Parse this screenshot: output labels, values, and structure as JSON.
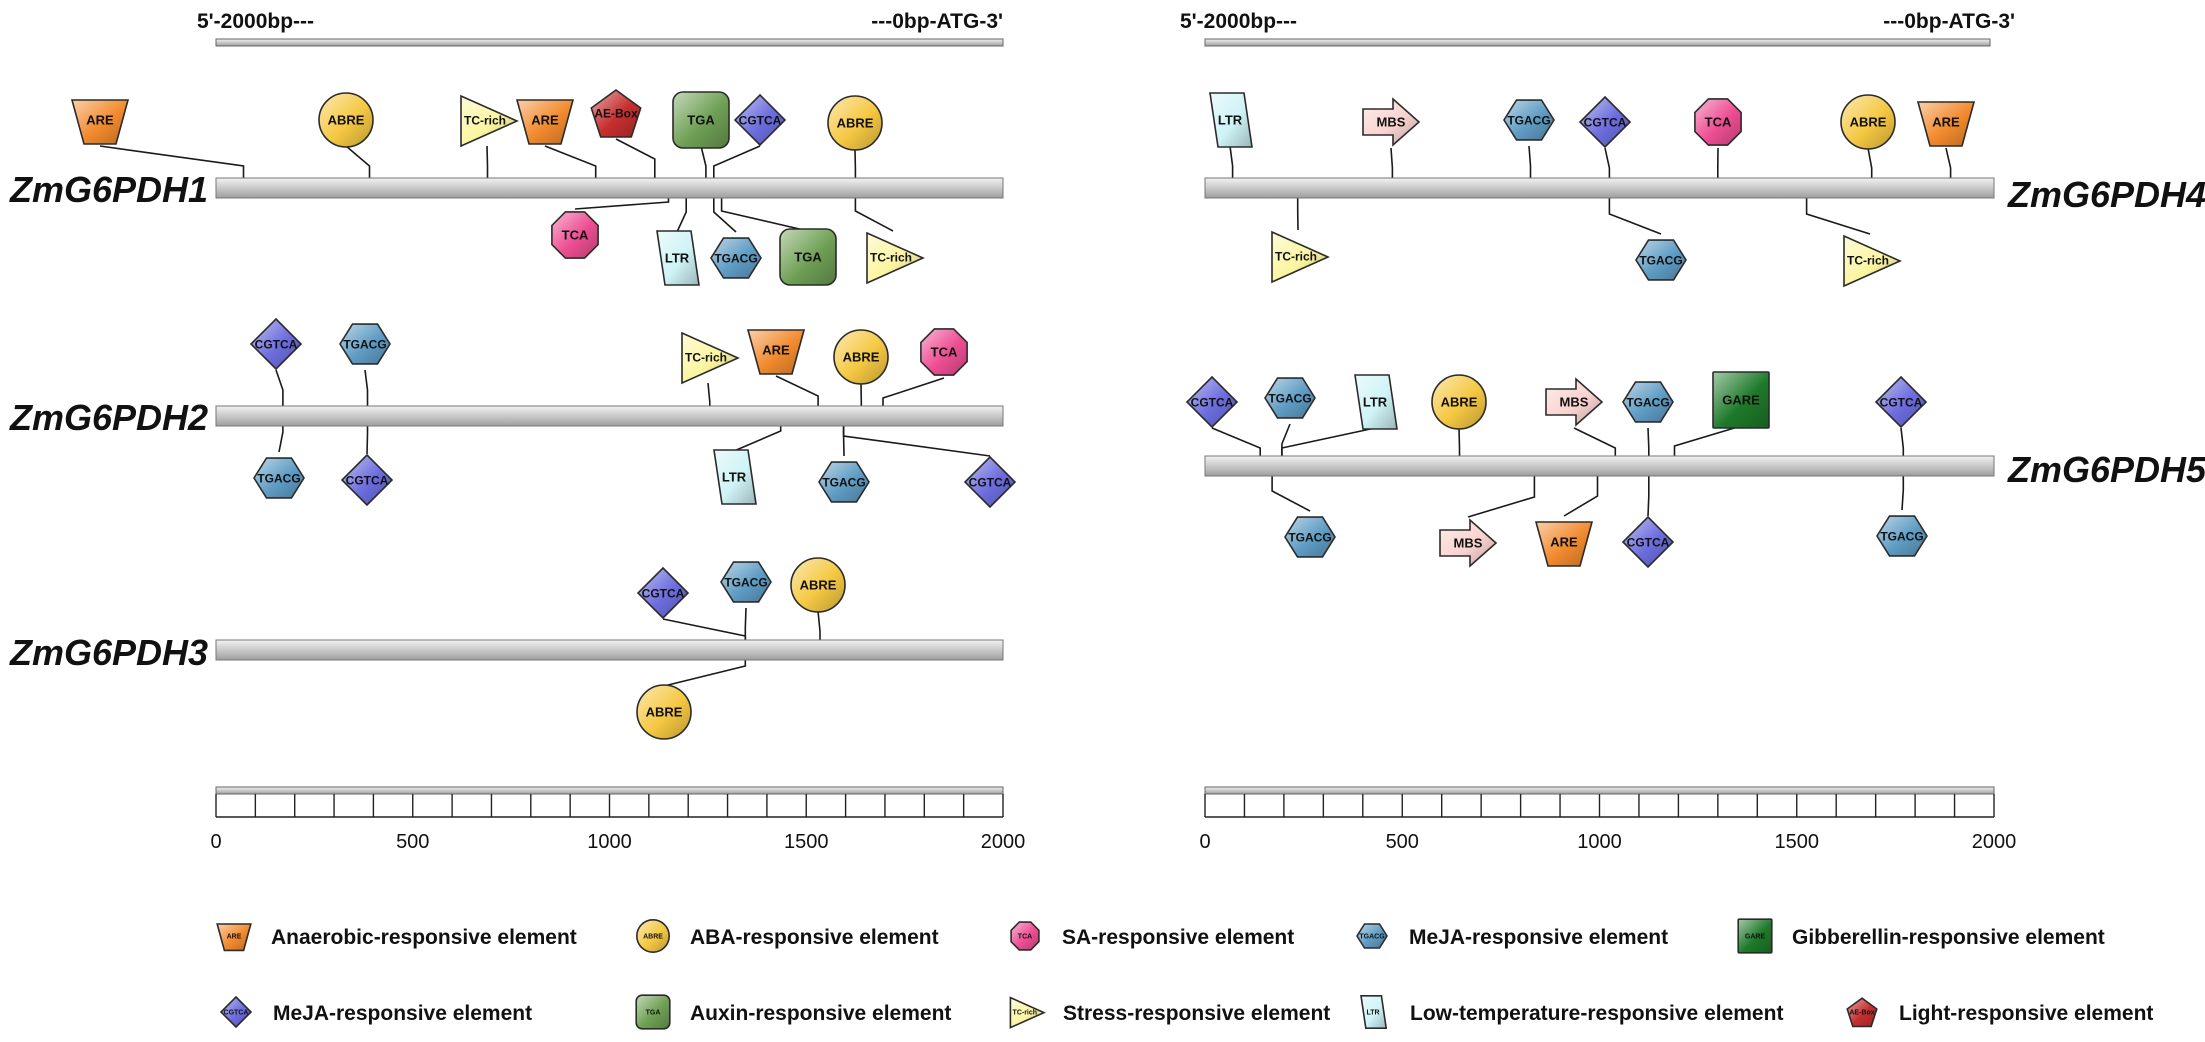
{
  "header": {
    "start": "5'-2000bp---",
    "end": "---0bp-ATG-3'"
  },
  "axis": {
    "min": 0,
    "max": 2000,
    "ticks": [
      "0",
      "500",
      "1000",
      "1500",
      "2000"
    ],
    "step": 100
  },
  "genes": [
    {
      "name": "ZmG6PDH1",
      "elements": [
        {
          "type": "ARE",
          "pos": 70,
          "side": "up"
        },
        {
          "type": "ABRE",
          "pos": 390,
          "side": "up"
        },
        {
          "type": "TC-rich",
          "pos": 690,
          "side": "up"
        },
        {
          "type": "ARE",
          "pos": 965,
          "side": "up"
        },
        {
          "type": "AE-Box",
          "pos": 1115,
          "side": "up"
        },
        {
          "type": "TGA",
          "pos": 1245,
          "side": "up"
        },
        {
          "type": "CGTCA",
          "pos": 1265,
          "side": "up"
        },
        {
          "type": "ABRE",
          "pos": 1625,
          "side": "up"
        },
        {
          "type": "TCA",
          "pos": 1150,
          "side": "down"
        },
        {
          "type": "LTR",
          "pos": 1195,
          "side": "down"
        },
        {
          "type": "TGACG",
          "pos": 1265,
          "side": "down"
        },
        {
          "type": "TGA",
          "pos": 1285,
          "side": "down"
        },
        {
          "type": "TC-rich",
          "pos": 1625,
          "side": "down"
        }
      ]
    },
    {
      "name": "ZmG6PDH2",
      "elements": [
        {
          "type": "CGTCA",
          "pos": 170,
          "side": "up"
        },
        {
          "type": "TGACG",
          "pos": 385,
          "side": "up"
        },
        {
          "type": "TC-rich",
          "pos": 1255,
          "side": "up"
        },
        {
          "type": "ARE",
          "pos": 1530,
          "side": "up"
        },
        {
          "type": "ABRE",
          "pos": 1640,
          "side": "up"
        },
        {
          "type": "TCA",
          "pos": 1695,
          "side": "up"
        },
        {
          "type": "TGACG",
          "pos": 170,
          "side": "down"
        },
        {
          "type": "CGTCA",
          "pos": 385,
          "side": "down"
        },
        {
          "type": "LTR",
          "pos": 1435,
          "side": "down"
        },
        {
          "type": "TGACG",
          "pos": 1595,
          "side": "down"
        },
        {
          "type": "CGTCA",
          "pos": 1595,
          "side": "down"
        }
      ]
    },
    {
      "name": "ZmG6PDH3",
      "elements": [
        {
          "type": "CGTCA",
          "pos": 1345,
          "side": "up"
        },
        {
          "type": "TGACG",
          "pos": 1345,
          "side": "up"
        },
        {
          "type": "ABRE",
          "pos": 1535,
          "side": "up"
        },
        {
          "type": "ABRE",
          "pos": 1345,
          "side": "down"
        }
      ]
    },
    {
      "name": "ZmG6PDH4",
      "elements": [
        {
          "type": "LTR",
          "pos": 70,
          "side": "up"
        },
        {
          "type": "MBS",
          "pos": 475,
          "side": "up"
        },
        {
          "type": "TGACG",
          "pos": 825,
          "side": "up"
        },
        {
          "type": "CGTCA",
          "pos": 1025,
          "side": "up"
        },
        {
          "type": "TCA",
          "pos": 1300,
          "side": "up"
        },
        {
          "type": "ABRE",
          "pos": 1690,
          "side": "up"
        },
        {
          "type": "ARE",
          "pos": 1890,
          "side": "up"
        },
        {
          "type": "TC-rich",
          "pos": 235,
          "side": "down"
        },
        {
          "type": "TGACG",
          "pos": 1025,
          "side": "down"
        },
        {
          "type": "TC-rich",
          "pos": 1525,
          "side": "down"
        }
      ]
    },
    {
      "name": "ZmG6PDH5",
      "elements": [
        {
          "type": "CGTCA",
          "pos": 140,
          "side": "up"
        },
        {
          "type": "TGACG",
          "pos": 195,
          "side": "up"
        },
        {
          "type": "LTR",
          "pos": 195,
          "side": "up"
        },
        {
          "type": "ABRE",
          "pos": 645,
          "side": "up"
        },
        {
          "type": "MBS",
          "pos": 1040,
          "side": "up"
        },
        {
          "type": "TGACG",
          "pos": 1125,
          "side": "up"
        },
        {
          "type": "GARE",
          "pos": 1190,
          "side": "up"
        },
        {
          "type": "CGTCA",
          "pos": 1770,
          "side": "up"
        },
        {
          "type": "TGACG",
          "pos": 170,
          "side": "down"
        },
        {
          "type": "MBS",
          "pos": 835,
          "side": "down"
        },
        {
          "type": "ARE",
          "pos": 995,
          "side": "down"
        },
        {
          "type": "CGTCA",
          "pos": 1125,
          "side": "down"
        },
        {
          "type": "TGACG",
          "pos": 1770,
          "side": "down"
        }
      ]
    }
  ],
  "legend": [
    {
      "type": "ARE",
      "label": "Anaerobic-responsive element"
    },
    {
      "type": "ABRE",
      "label": "ABA-responsive element"
    },
    {
      "type": "TCA",
      "label": "SA-responsive element"
    },
    {
      "type": "TGACG",
      "label": "MeJA-responsive element"
    },
    {
      "type": "GARE",
      "label": "Gibberellin-responsive element"
    },
    {
      "type": "CGTCA",
      "label": "MeJA-responsive element"
    },
    {
      "type": "TGA",
      "label": "Auxin-responsive element"
    },
    {
      "type": "TC-rich",
      "label": "Stress-responsive element"
    },
    {
      "type": "LTR",
      "label": "Low-temperature-responsive element"
    },
    {
      "type": "AE-Box",
      "label": "Light-responsive element"
    }
  ],
  "colors": {
    "ARE": "#f28a2e",
    "ABRE": "#f5c842",
    "TCA": "#ee4e93",
    "TGACG": "#5f9cc4",
    "GARE": "#1f7a2a",
    "CGTCA": "#6c6cde",
    "TGA": "#6fa055",
    "TC-rich": "#fbf5a0",
    "LTR": "#cff3f6",
    "AE-Box": "#c72f2f",
    "MBS": "#f9d3d0"
  }
}
